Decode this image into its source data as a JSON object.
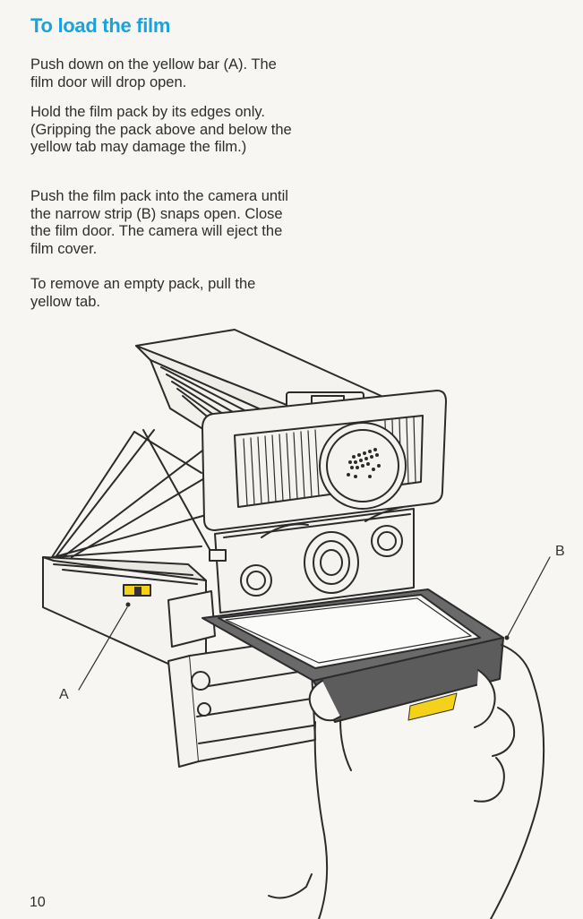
{
  "heading": "To load the film",
  "paragraphs": [
    "Push down on the yellow bar (A). The film door will drop open.",
    "Hold the film pack by its edges only. (Gripping the pack above and below the yellow tab may damage the film.)",
    "Push the film pack into the camera until the narrow strip (B) snaps open. Close the film door. The camera will eject the film cover.",
    "To remove an empty pack, pull the yellow tab."
  ],
  "callouts": {
    "a": "A",
    "b": "B"
  },
  "page_number": "10",
  "colors": {
    "heading": "#19a3dd",
    "yellow_accent": "#f3d219",
    "film_pack": "#5c5c5c"
  }
}
